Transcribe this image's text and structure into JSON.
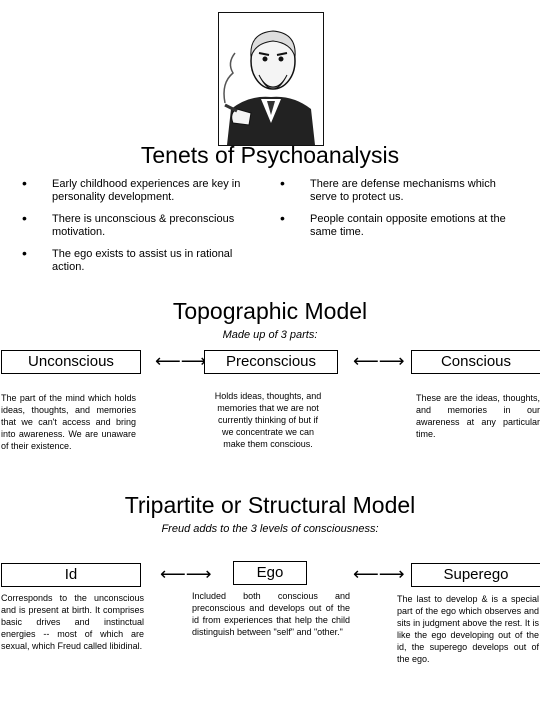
{
  "title": "Tenets of Psychoanalysis",
  "tenets": {
    "left": [
      "Early childhood experiences are key in personality development.",
      "There is unconscious & preconscious motivation.",
      "The ego exists to assist us in rational action."
    ],
    "right": [
      "There are defense mechanisms which serve to protect us.",
      "People contain opposite emotions at the same time."
    ]
  },
  "topographic": {
    "title": "Topographic Model",
    "subtitle": "Made up of 3 parts:",
    "boxes": [
      "Unconscious",
      "Preconscious",
      "Conscious"
    ],
    "descriptions": [
      "The part of the mind which holds ideas, thoughts, and memories that we can't access and bring into awareness. We are unaware of their existence.",
      "Holds ideas, thoughts, and memories that we are not currently thinking of but if we concentrate we can make them conscious.",
      "These are the ideas, thoughts, and memories in our awareness at any particular time."
    ]
  },
  "structural": {
    "title": "Tripartite or Structural Model",
    "subtitle": "Freud adds to the 3 levels of consciousness:",
    "boxes": [
      "Id",
      "Ego",
      "Superego"
    ],
    "descriptions": [
      "Corresponds to the unconscious and is present at birth. It comprises basic drives and instinctual energies -- most of which are sexual, which Freud called libidinal.",
      "Included both conscious and preconscious and develops out of the id from experiences that help the child distinguish between \"self\" and \"other.\"",
      "The last to develop & is a special part of the ego which observes and sits in judgment above the rest. It is like the ego developing out of the id, the superego develops out of the ego."
    ]
  },
  "arrow_glyph": "⟵⟶"
}
